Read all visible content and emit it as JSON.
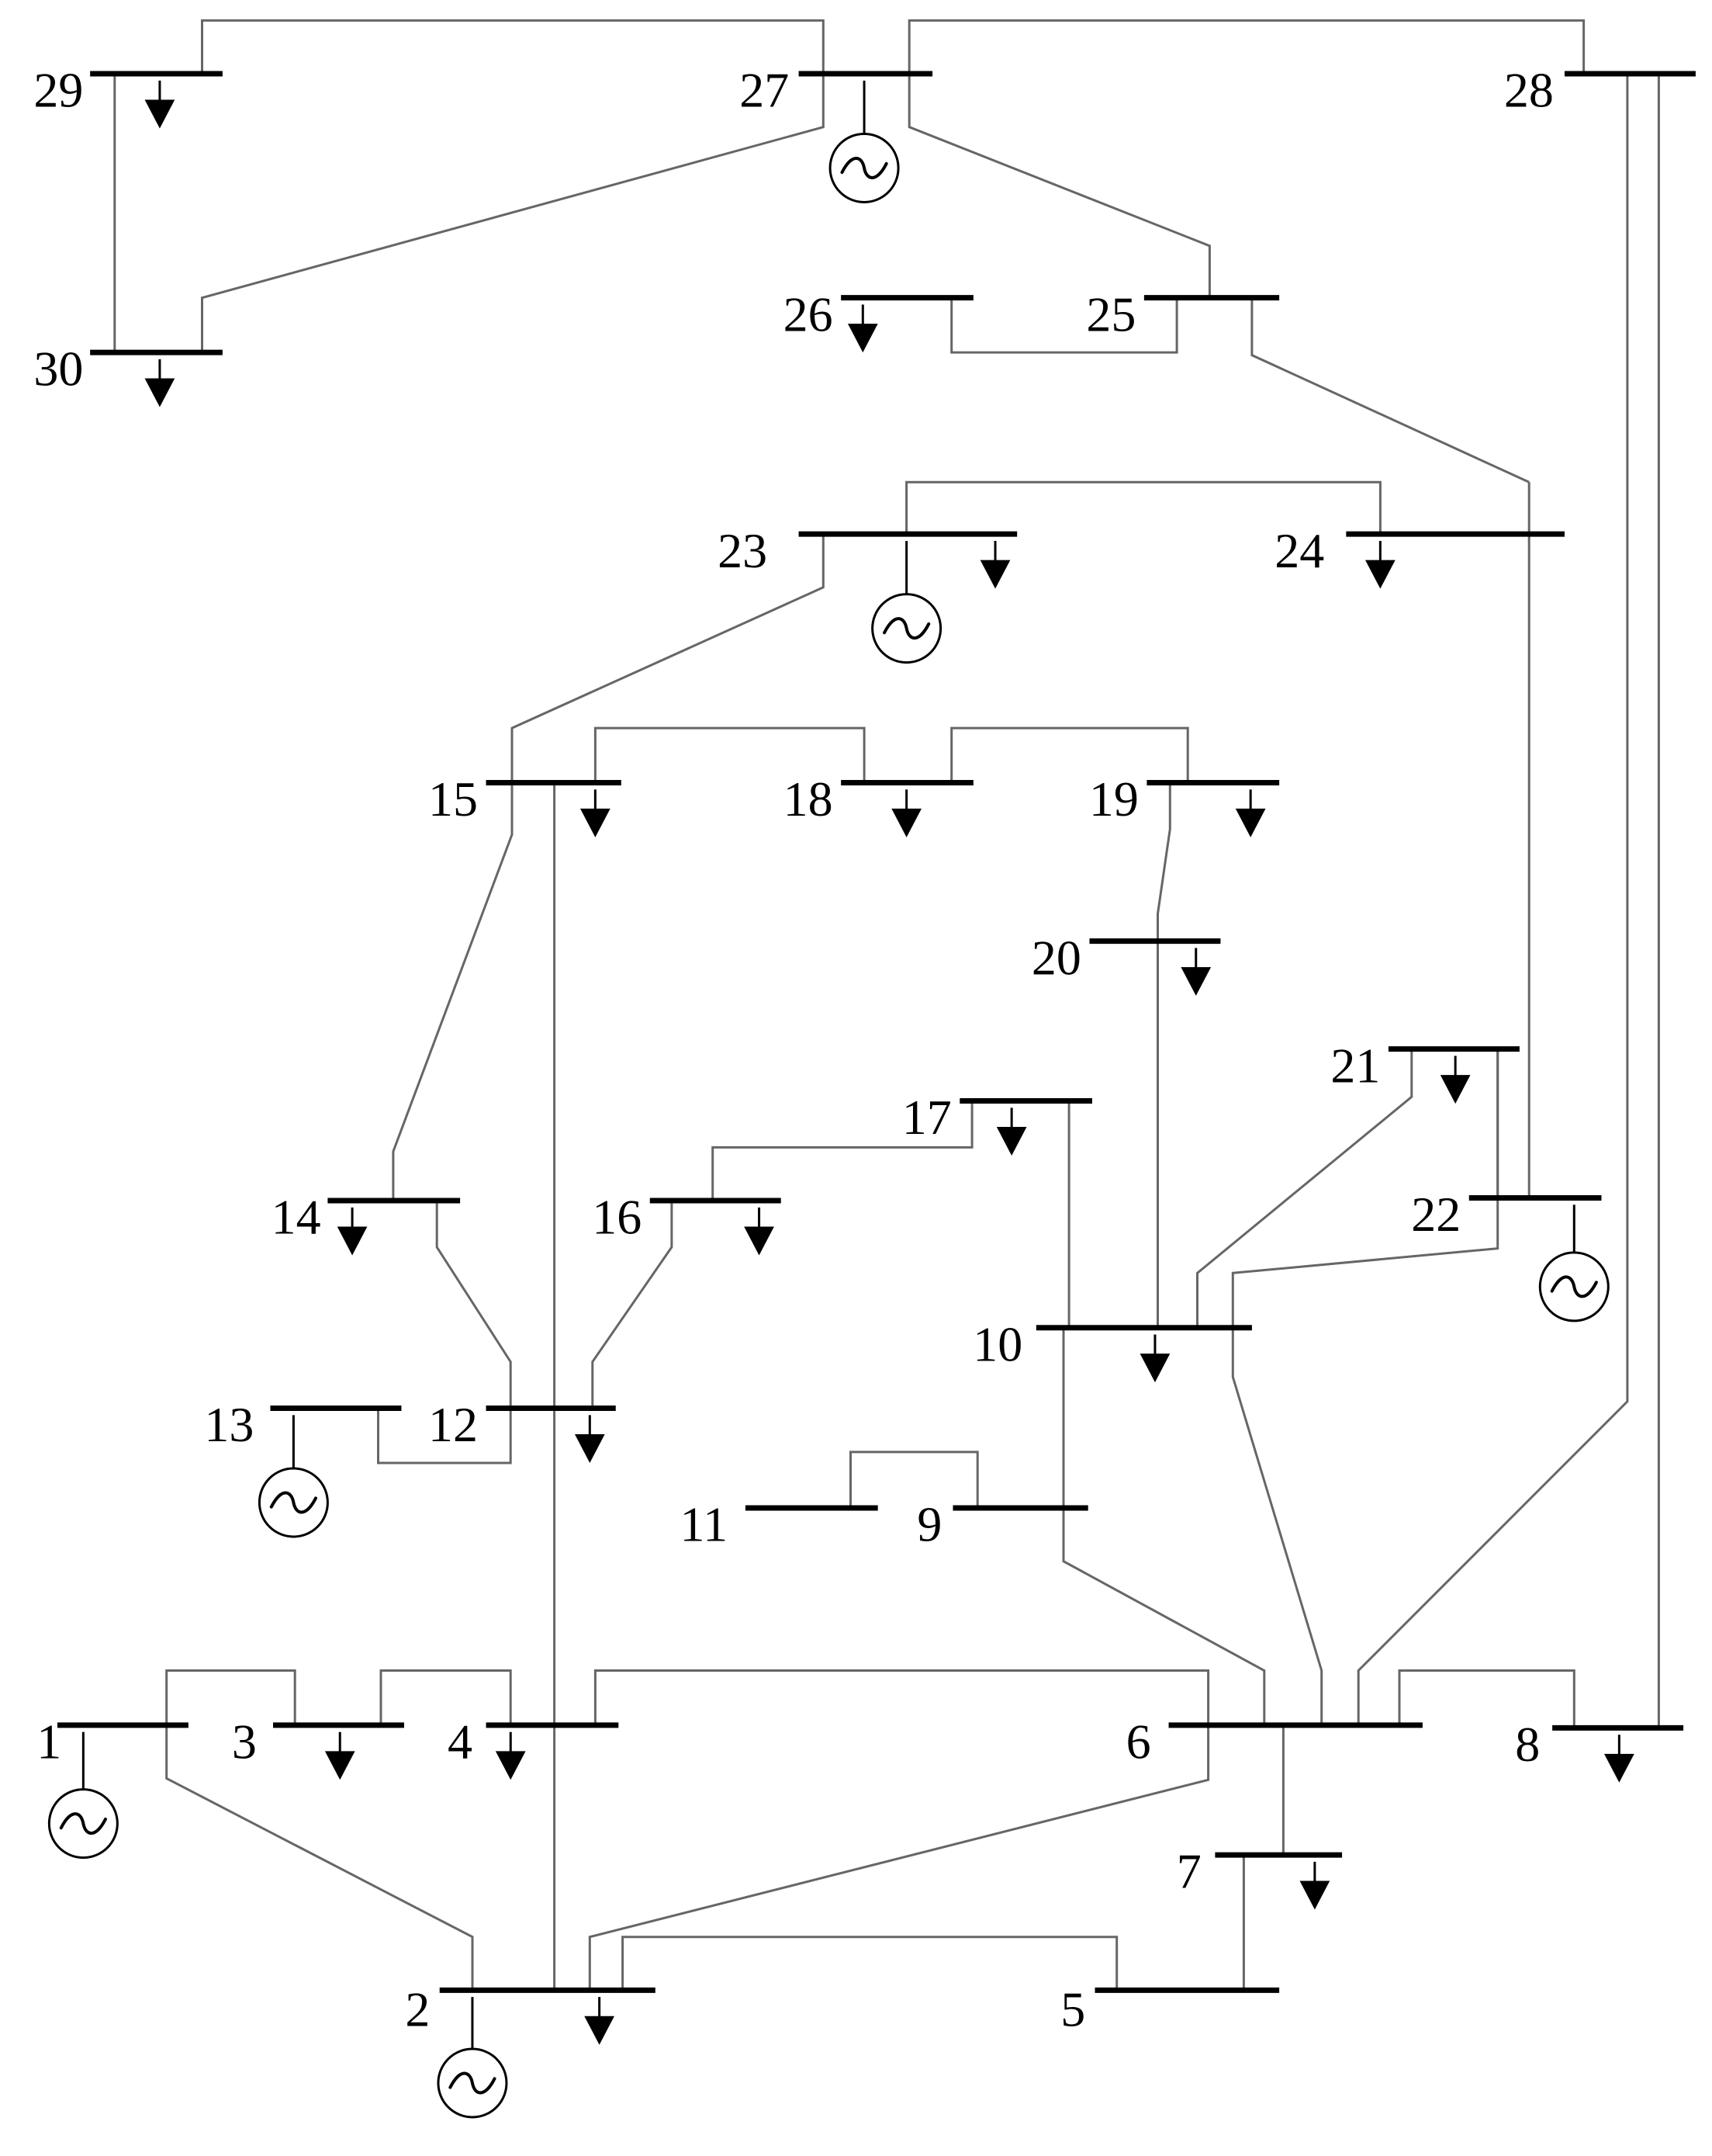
{
  "diagram": {
    "colors": {
      "bus": "#000000",
      "branch": "#666666",
      "background": "#ffffff"
    },
    "generator_symbol": "~",
    "buses": [
      {
        "id": "1",
        "label": "1"
      },
      {
        "id": "2",
        "label": "2"
      },
      {
        "id": "3",
        "label": "3"
      },
      {
        "id": "4",
        "label": "4"
      },
      {
        "id": "5",
        "label": "5"
      },
      {
        "id": "6",
        "label": "6"
      },
      {
        "id": "7",
        "label": "7"
      },
      {
        "id": "8",
        "label": "8"
      },
      {
        "id": "9",
        "label": "9"
      },
      {
        "id": "10",
        "label": "10"
      },
      {
        "id": "11",
        "label": "11"
      },
      {
        "id": "12",
        "label": "12"
      },
      {
        "id": "13",
        "label": "13"
      },
      {
        "id": "14",
        "label": "14"
      },
      {
        "id": "15",
        "label": "15"
      },
      {
        "id": "16",
        "label": "16"
      },
      {
        "id": "17",
        "label": "17"
      },
      {
        "id": "18",
        "label": "18"
      },
      {
        "id": "19",
        "label": "19"
      },
      {
        "id": "20",
        "label": "20"
      },
      {
        "id": "21",
        "label": "21"
      },
      {
        "id": "22",
        "label": "22"
      },
      {
        "id": "23",
        "label": "23"
      },
      {
        "id": "24",
        "label": "24"
      },
      {
        "id": "25",
        "label": "25"
      },
      {
        "id": "26",
        "label": "26"
      },
      {
        "id": "27",
        "label": "27"
      },
      {
        "id": "28",
        "label": "28"
      },
      {
        "id": "29",
        "label": "29"
      },
      {
        "id": "30",
        "label": "30"
      }
    ],
    "generators_at": [
      "1",
      "2",
      "13",
      "22",
      "23",
      "27"
    ],
    "loads_at": [
      "2",
      "3",
      "4",
      "7",
      "8",
      "10",
      "12",
      "14",
      "15",
      "16",
      "17",
      "18",
      "19",
      "20",
      "21",
      "23",
      "24",
      "26",
      "29",
      "30"
    ],
    "branches": [
      [
        "1",
        "2"
      ],
      [
        "1",
        "3"
      ],
      [
        "2",
        "4"
      ],
      [
        "3",
        "4"
      ],
      [
        "2",
        "5"
      ],
      [
        "2",
        "6"
      ],
      [
        "4",
        "6"
      ],
      [
        "5",
        "7"
      ],
      [
        "6",
        "7"
      ],
      [
        "6",
        "8"
      ],
      [
        "6",
        "9"
      ],
      [
        "6",
        "10"
      ],
      [
        "9",
        "11"
      ],
      [
        "9",
        "10"
      ],
      [
        "4",
        "12"
      ],
      [
        "12",
        "13"
      ],
      [
        "12",
        "14"
      ],
      [
        "12",
        "15"
      ],
      [
        "12",
        "16"
      ],
      [
        "14",
        "15"
      ],
      [
        "16",
        "17"
      ],
      [
        "15",
        "18"
      ],
      [
        "18",
        "19"
      ],
      [
        "19",
        "20"
      ],
      [
        "10",
        "20"
      ],
      [
        "10",
        "17"
      ],
      [
        "10",
        "21"
      ],
      [
        "10",
        "22"
      ],
      [
        "21",
        "22"
      ],
      [
        "15",
        "23"
      ],
      [
        "22",
        "24"
      ],
      [
        "23",
        "24"
      ],
      [
        "24",
        "25"
      ],
      [
        "25",
        "26"
      ],
      [
        "25",
        "27"
      ],
      [
        "28",
        "27"
      ],
      [
        "27",
        "29"
      ],
      [
        "27",
        "30"
      ],
      [
        "29",
        "30"
      ],
      [
        "8",
        "28"
      ],
      [
        "6",
        "28"
      ]
    ]
  }
}
